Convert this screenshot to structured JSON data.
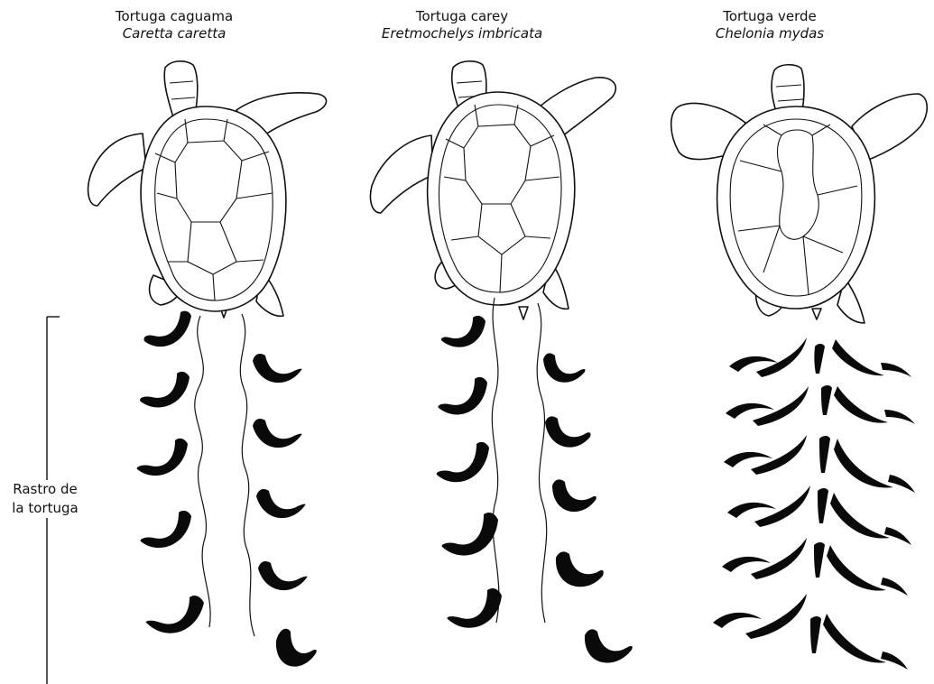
{
  "turtles": [
    {
      "common_name": "Tortuga caguama",
      "scientific_name": "Caretta caretta"
    },
    {
      "common_name": "Tortuga carey",
      "scientific_name": "Eretmochelys imbricata"
    },
    {
      "common_name": "Tortuga verde",
      "scientific_name": "Chelonia mydas"
    }
  ],
  "track_label": {
    "line1": "Rastro de",
    "line2": "la tortuga"
  }
}
